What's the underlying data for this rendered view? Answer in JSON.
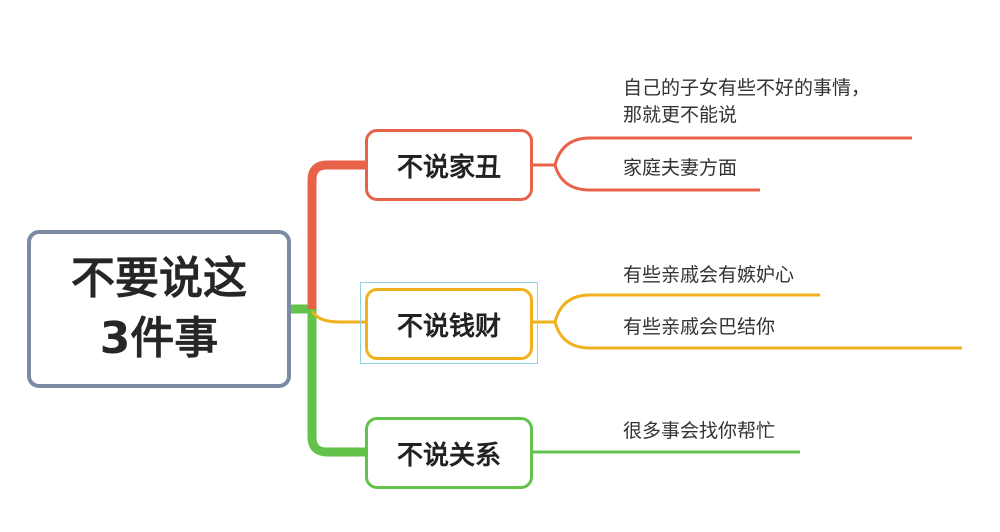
{
  "root": {
    "line1": "不要说这",
    "line2": "3件事"
  },
  "colors": {
    "root": "#7a8ba3",
    "red": "#e8624a",
    "yellow": "#f0b11c",
    "green": "#63c24a",
    "selection": "#8fd3e8"
  },
  "branches": [
    {
      "label": "不说家丑",
      "leaves": [
        "自己的子女有些不好的事情，",
        "那就更不能说",
        "家庭夫妻方面"
      ]
    },
    {
      "label": "不说钱财",
      "leaves": [
        "有些亲戚会有嫉妒心",
        "有些亲戚会巴结你"
      ]
    },
    {
      "label": "不说关系",
      "leaves": [
        "很多事会找你帮忙"
      ]
    }
  ]
}
